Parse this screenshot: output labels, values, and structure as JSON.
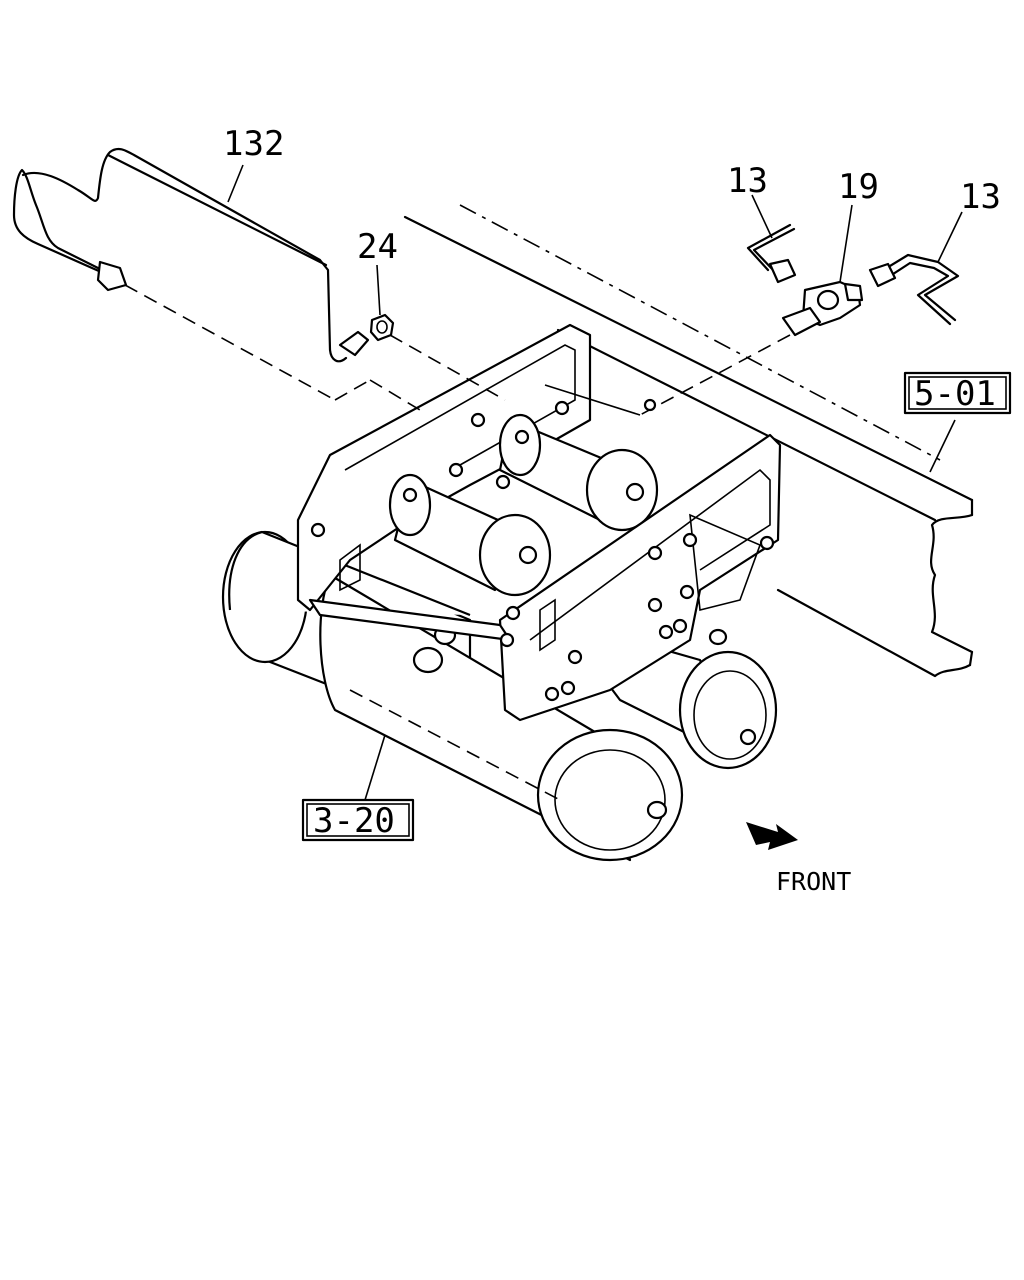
{
  "callouts": {
    "pipe_main": "132",
    "nut": "24",
    "pipe_left": "13",
    "joint": "19",
    "pipe_right": "13"
  },
  "references": {
    "frame": "5-01",
    "tank": "3-20"
  },
  "front_label": "FRONT",
  "icons": {
    "direction": "front-arrow-icon"
  }
}
